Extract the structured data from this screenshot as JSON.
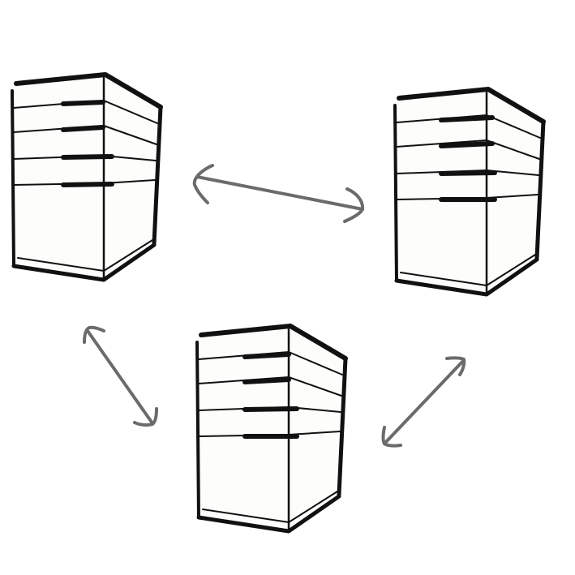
{
  "diagram": {
    "colors": {
      "background": "#ffffff",
      "ink": "#111111",
      "server_fill": "#fdfdfb",
      "arrow": "#6b6b6b"
    },
    "nodes": [
      {
        "id": "server-top-left",
        "icon": "server-tower-icon",
        "drive_bays": 4
      },
      {
        "id": "server-top-right",
        "icon": "server-tower-icon",
        "drive_bays": 4
      },
      {
        "id": "server-bottom-center",
        "icon": "server-tower-icon",
        "drive_bays": 4
      }
    ],
    "connections": [
      {
        "from": "server-top-left",
        "to": "server-top-right",
        "direction": "bidirectional"
      },
      {
        "from": "server-top-left",
        "to": "server-bottom-center",
        "direction": "bidirectional"
      },
      {
        "from": "server-bottom-center",
        "to": "server-top-right",
        "direction": "bidirectional"
      }
    ]
  }
}
